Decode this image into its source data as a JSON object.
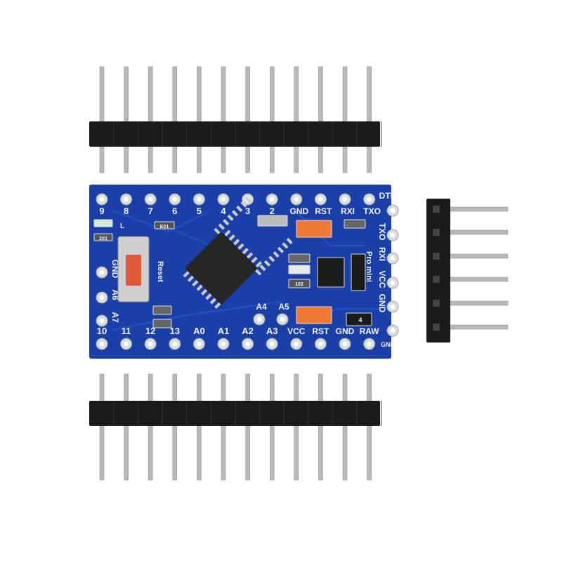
{
  "board": {
    "colors": {
      "pcb": "#1a3fa8",
      "trace": "#2452c4",
      "header": "#1a1a1a",
      "pin": "#b9b9b9",
      "button": "#e0583a",
      "cap": "#f07a35"
    },
    "top_labels": [
      "9",
      "8",
      "7",
      "6",
      "5",
      "4",
      "3",
      "2",
      "GND",
      "RST",
      "RXI",
      "TXO"
    ],
    "bottom_labels": [
      "10",
      "11",
      "12",
      "13",
      "A0",
      "A1",
      "A2",
      "A3",
      "VCC",
      "RST",
      "GND",
      "RAW"
    ],
    "right_labels": [
      "TXO",
      "RXI",
      "VCC",
      "GND"
    ],
    "corner_top": "DTR",
    "corner_bottom": "GND",
    "left_labels": [
      "GND",
      "A6",
      "A7"
    ],
    "inner_labels": {
      "a4": "A4",
      "a5": "A5",
      "reset": "Reset",
      "promini": "Pro mini",
      "led": "L"
    },
    "component_codes": {
      "r1": "E01",
      "r2": "201",
      "r3": "102",
      "diode": "4"
    }
  }
}
